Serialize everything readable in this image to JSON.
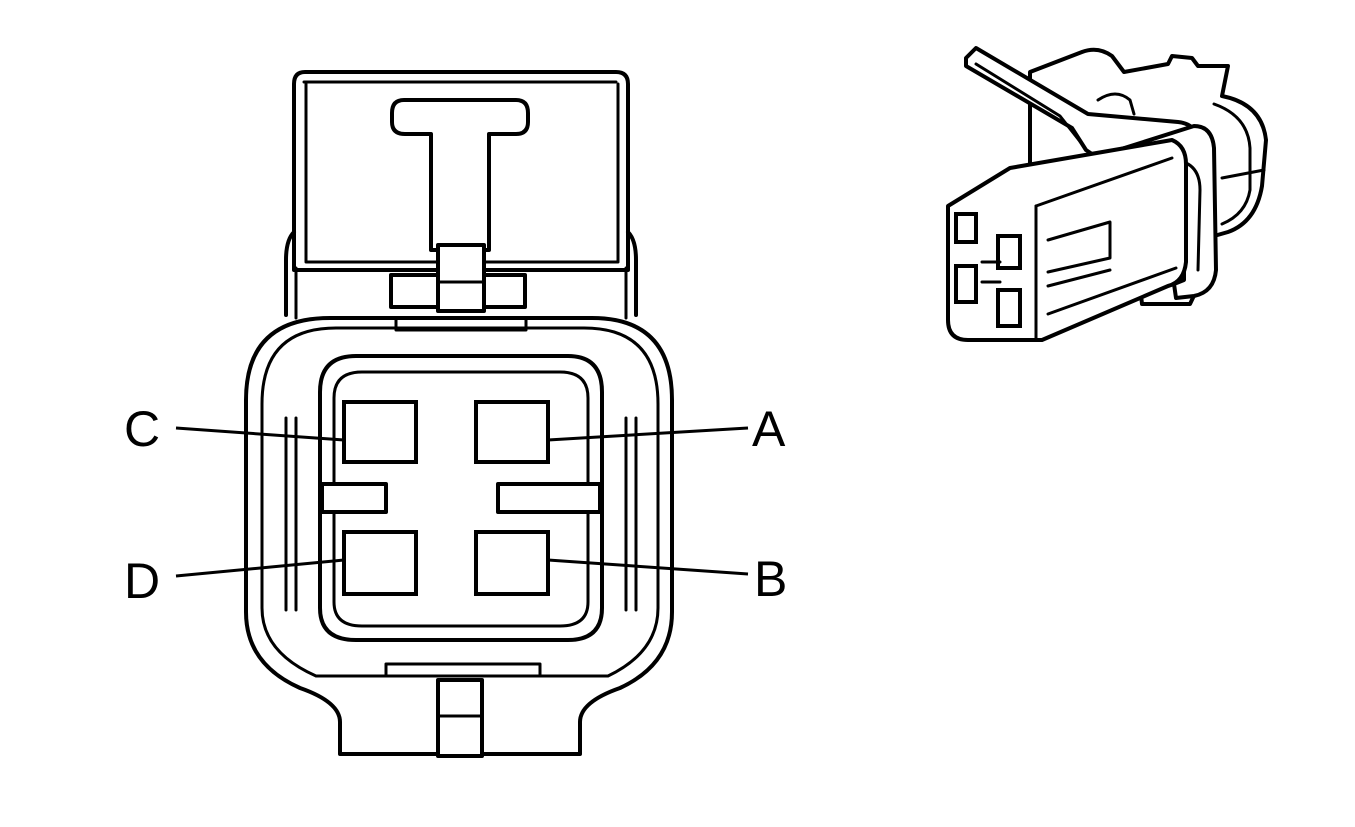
{
  "pins": [
    {
      "id": "pin-a",
      "label": "A"
    },
    {
      "id": "pin-b",
      "label": "B"
    },
    {
      "id": "pin-c",
      "label": "C"
    },
    {
      "id": "pin-d",
      "label": "D"
    }
  ],
  "colors": {
    "line": "#000000",
    "background": "#ffffff"
  }
}
